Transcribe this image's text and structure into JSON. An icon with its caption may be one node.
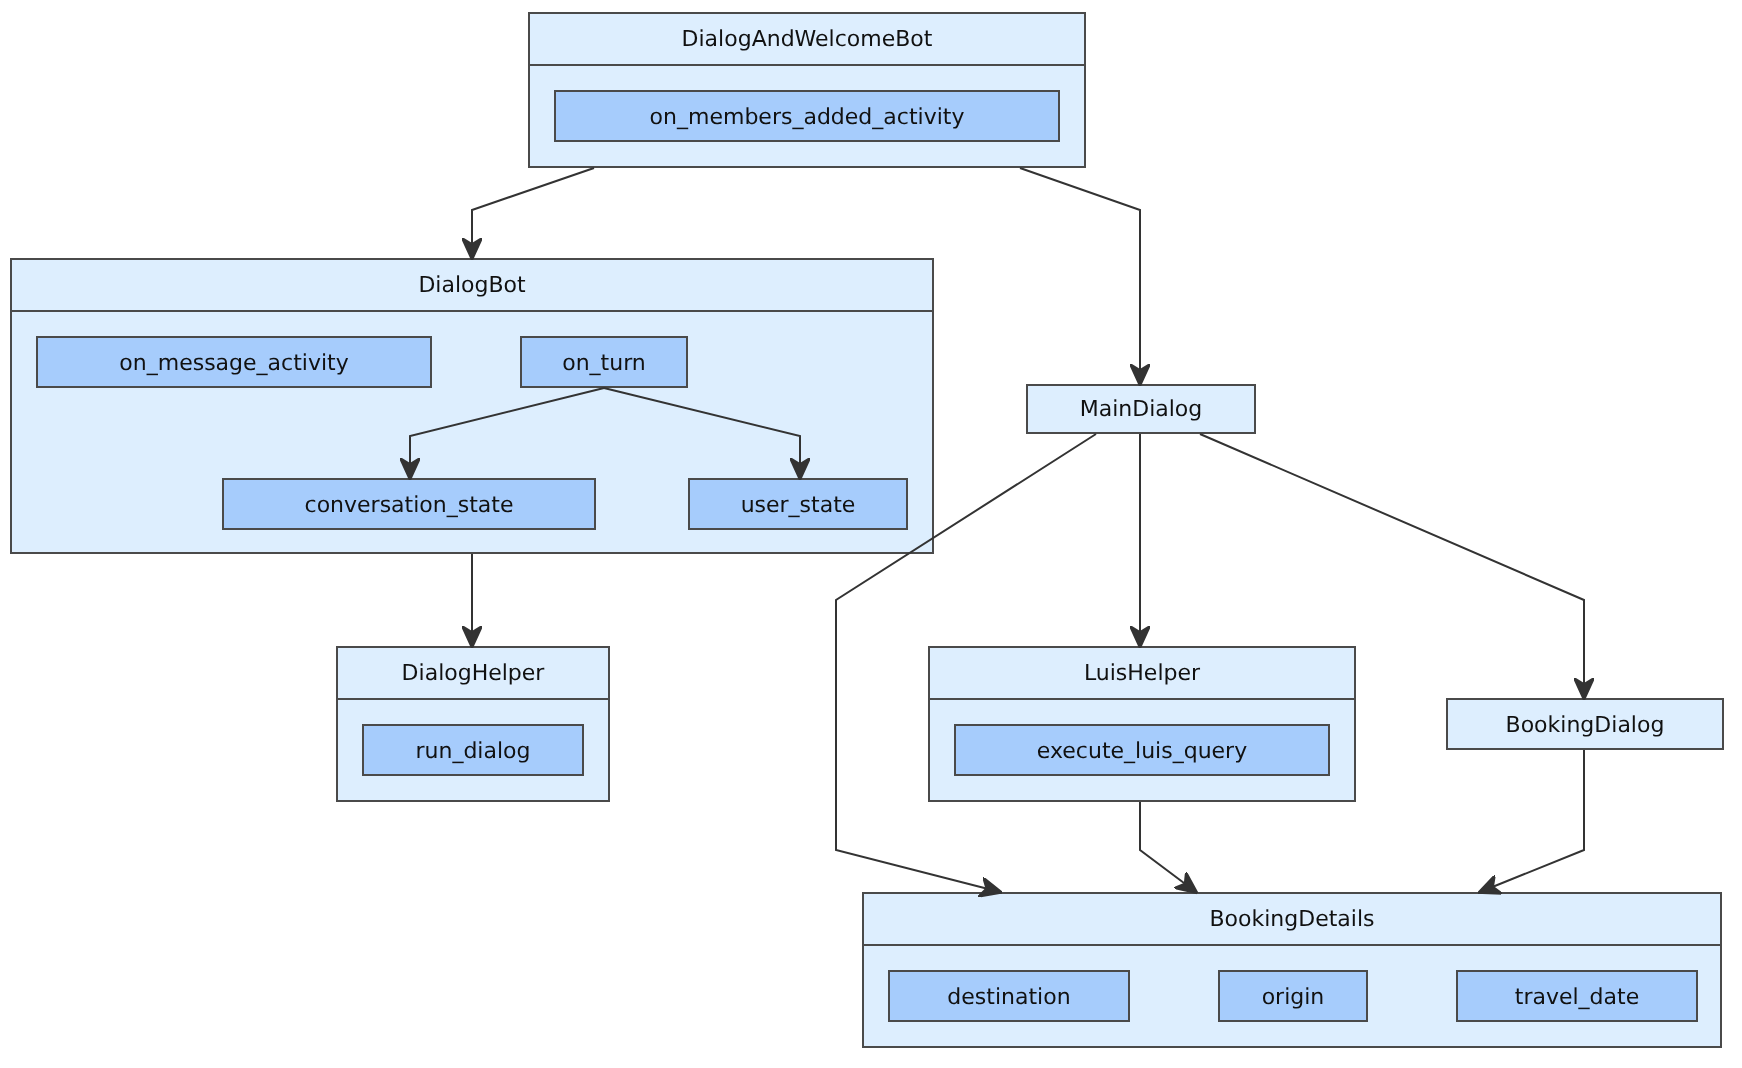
{
  "diagram": {
    "nodes": [
      {
        "text": [
          "DialogAndWelcomeBot"
        ]
      },
      {
        "text": [
          "on_members_added_activity"
        ],
        "in": 0
      },
      {
        "text": [
          "DialogBot"
        ]
      },
      {
        "text": [
          "on_message_activity"
        ],
        "in": 2
      },
      {
        "text": [
          "on_turn"
        ],
        "in": 2
      },
      {
        "text": [
          "conversation_state"
        ],
        "in": 2
      },
      {
        "text": [
          "user_state"
        ],
        "in": 2
      },
      {
        "text": [
          "MainDialog"
        ]
      },
      {
        "text": [
          "DialogHelper"
        ]
      },
      {
        "text": [
          "run_dialog"
        ],
        "in": 8
      },
      {
        "text": [
          "LuisHelper"
        ]
      },
      {
        "text": [
          "execute_luis_query"
        ],
        "in": 10
      },
      {
        "text": [
          "BookingDialog"
        ]
      },
      {
        "text": [
          "BookingDetails"
        ]
      },
      {
        "text": [
          "destination"
        ],
        "in": 13
      },
      {
        "text": [
          "origin"
        ],
        "in": 13
      },
      {
        "text": [
          "travel_date"
        ],
        "in": 13
      }
    ],
    "edges": [
      {
        "from": 0,
        "to": 2,
        "arrow": "to"
      },
      {
        "from": 0,
        "to": 7,
        "arrow": "to"
      },
      {
        "from": 4,
        "to": 5,
        "arrow": "to"
      },
      {
        "from": 4,
        "to": 6,
        "arrow": "to"
      },
      {
        "from": 2,
        "to": 8,
        "arrow": "to"
      },
      {
        "from": 7,
        "to": 10,
        "arrow": "to"
      },
      {
        "from": 7,
        "to": 12,
        "arrow": "to"
      },
      {
        "from": 7,
        "to": 13,
        "arrow": "to"
      },
      {
        "from": 10,
        "to": 13,
        "arrow": "to"
      },
      {
        "from": 12,
        "to": 13,
        "arrow": "to"
      }
    ]
  }
}
